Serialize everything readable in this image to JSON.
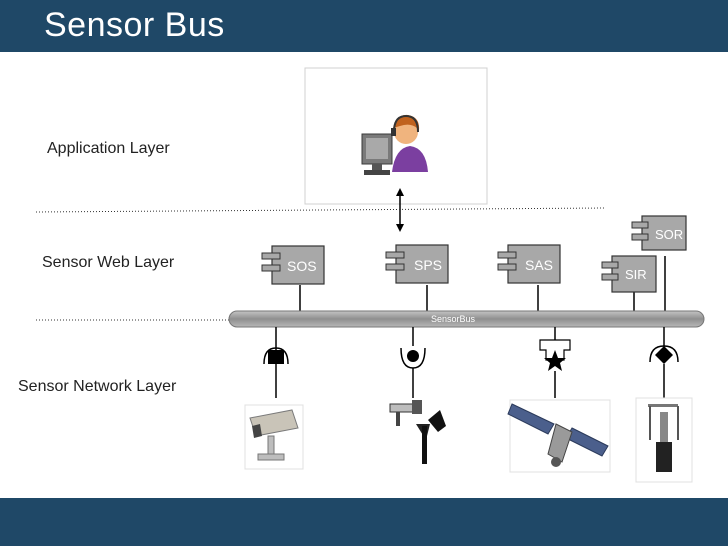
{
  "header": {
    "title": "Sensor Bus"
  },
  "layers": {
    "application": "Application Layer",
    "sensor_web": "Sensor Web Layer",
    "sensor_network": "Sensor Network Layer"
  },
  "services": {
    "sos": "SOS",
    "sps": "SPS",
    "sas": "SAS",
    "sir": "SIR",
    "sor": "SOR"
  },
  "bus": {
    "label": "SensorBus"
  },
  "colors": {
    "header": "#1f4867",
    "component_fill": "#a8a8a8",
    "bus_fill": "#9c9c9c"
  },
  "icons": [
    "user-at-computer-icon",
    "camera-icon",
    "anemometer-icon",
    "satellite-icon",
    "weather-probe-icon"
  ]
}
